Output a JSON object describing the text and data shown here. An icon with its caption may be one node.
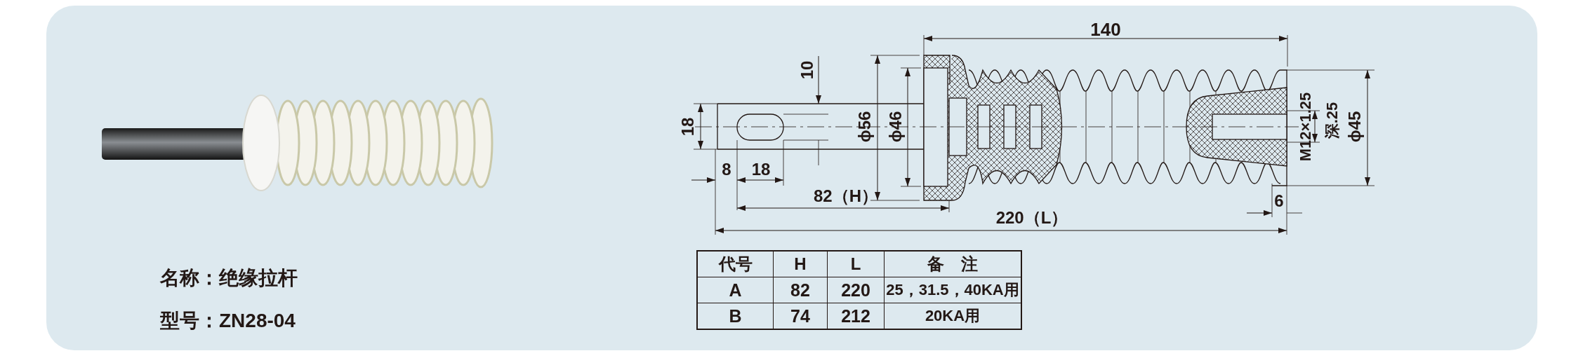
{
  "diagram": {
    "labels": [
      "140",
      "10",
      "18",
      "ϕ56",
      "ϕ46",
      "M12×1.25",
      "深.25",
      "ϕ45",
      "8",
      "18",
      "82（H）",
      "6",
      "220（L）",
      "名称：绝缘拉杆",
      "型号：ZN28-04",
      "代号",
      "H",
      "L",
      "备　注",
      "A",
      "82",
      "220",
      "25，31.5，40KA用",
      "B",
      "74",
      "212",
      "20KA用"
    ]
  }
}
